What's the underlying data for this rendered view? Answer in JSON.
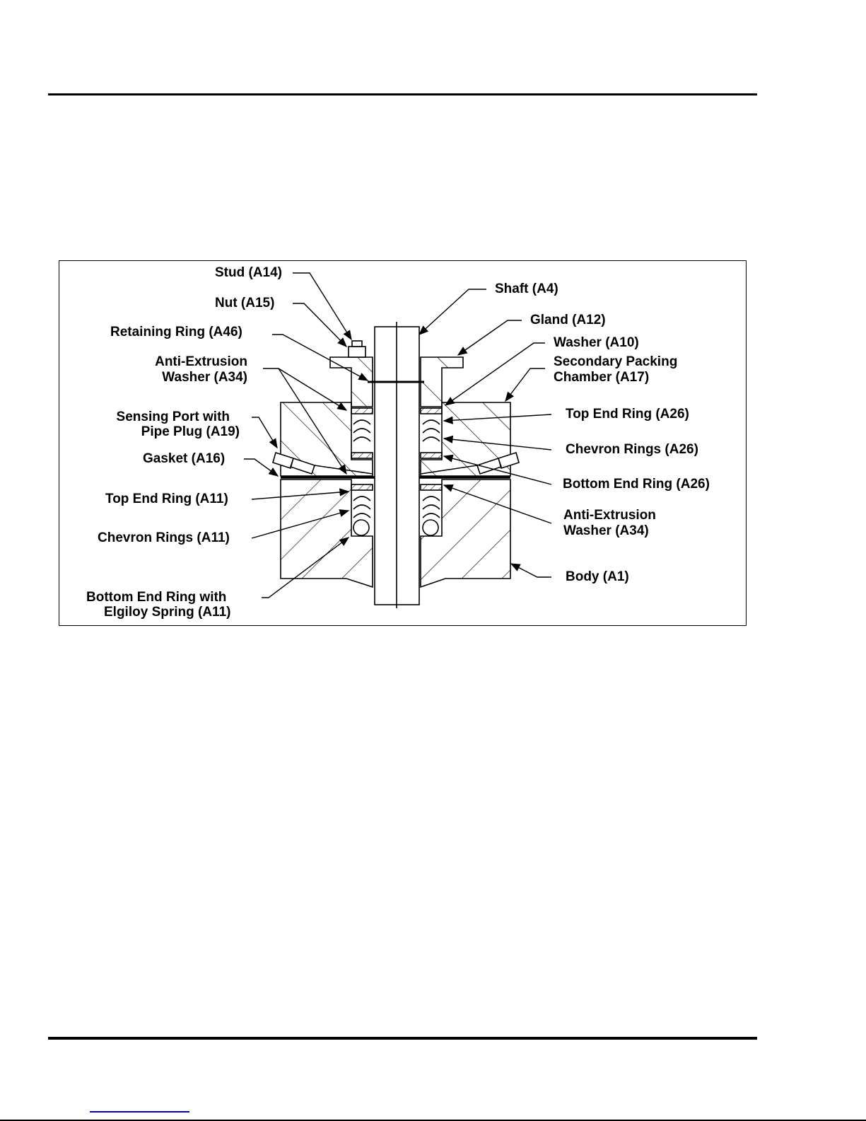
{
  "figure": {
    "labels": {
      "stud": "Stud (A14)",
      "nut": "Nut (A15)",
      "retaining_ring": "Retaining Ring (A46)",
      "anti_extrusion_left_1": "Anti-Extrusion",
      "anti_extrusion_left_2": "Washer (A34)",
      "sensing_port_1": "Sensing Port with",
      "sensing_port_2": "Pipe Plug (A19)",
      "gasket": "Gasket (A16)",
      "top_end_ring_a11": "Top End Ring (A11)",
      "chevron_rings_a11": "Chevron Rings (A11)",
      "bottom_end_ring_1": "Bottom End Ring with",
      "bottom_end_ring_2": "Elgiloy Spring (A11)",
      "shaft": "Shaft (A4)",
      "gland": "Gland (A12)",
      "washer": "Washer (A10)",
      "secondary_chamber_1": "Secondary Packing",
      "secondary_chamber_2": "Chamber (A17)",
      "top_end_ring_a26": "Top End Ring (A26)",
      "chevron_rings_a26": "Chevron Rings (A26)",
      "bottom_end_ring_a26": "Bottom End Ring (A26)",
      "anti_extrusion_right_1": "Anti-Extrusion",
      "anti_extrusion_right_2": "Washer (A34)",
      "body": "Body (A1)"
    }
  },
  "colors": {
    "link": "#0000cc"
  }
}
